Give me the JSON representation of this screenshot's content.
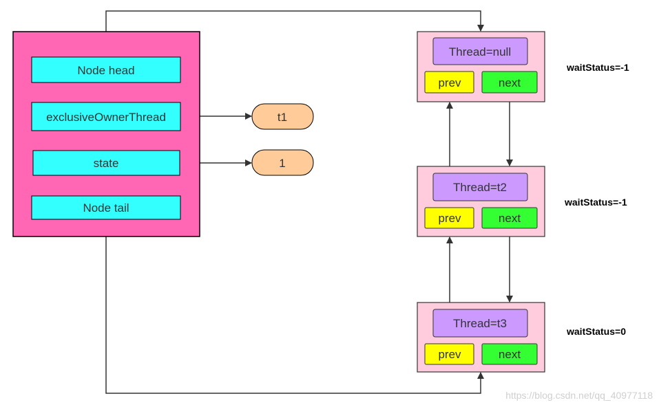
{
  "colors": {
    "container_fill": "#ff66b3",
    "field_fill": "#33ffff",
    "value_fill": "#ffcc99",
    "node_fill": "#ffccdd",
    "thread_fill": "#cc99ff",
    "prev_fill": "#ffff00",
    "next_fill": "#33ff33",
    "line": "#333333"
  },
  "container": {
    "fields": [
      {
        "label": "Node head"
      },
      {
        "label": "exclusiveOwnerThread"
      },
      {
        "label": "state"
      },
      {
        "label": "Node tail"
      }
    ]
  },
  "values": {
    "owner_thread": "t1",
    "state": "1"
  },
  "nodes": [
    {
      "thread": "Thread=null",
      "prev": "prev",
      "next": "next",
      "wait_status": "waitStatus=-1"
    },
    {
      "thread": "Thread=t2",
      "prev": "prev",
      "next": "next",
      "wait_status": "waitStatus=-1"
    },
    {
      "thread": "Thread=t3",
      "prev": "prev",
      "next": "next",
      "wait_status": "waitStatus=0"
    }
  ],
  "watermark": "https://blog.csdn.net/qq_40977118"
}
